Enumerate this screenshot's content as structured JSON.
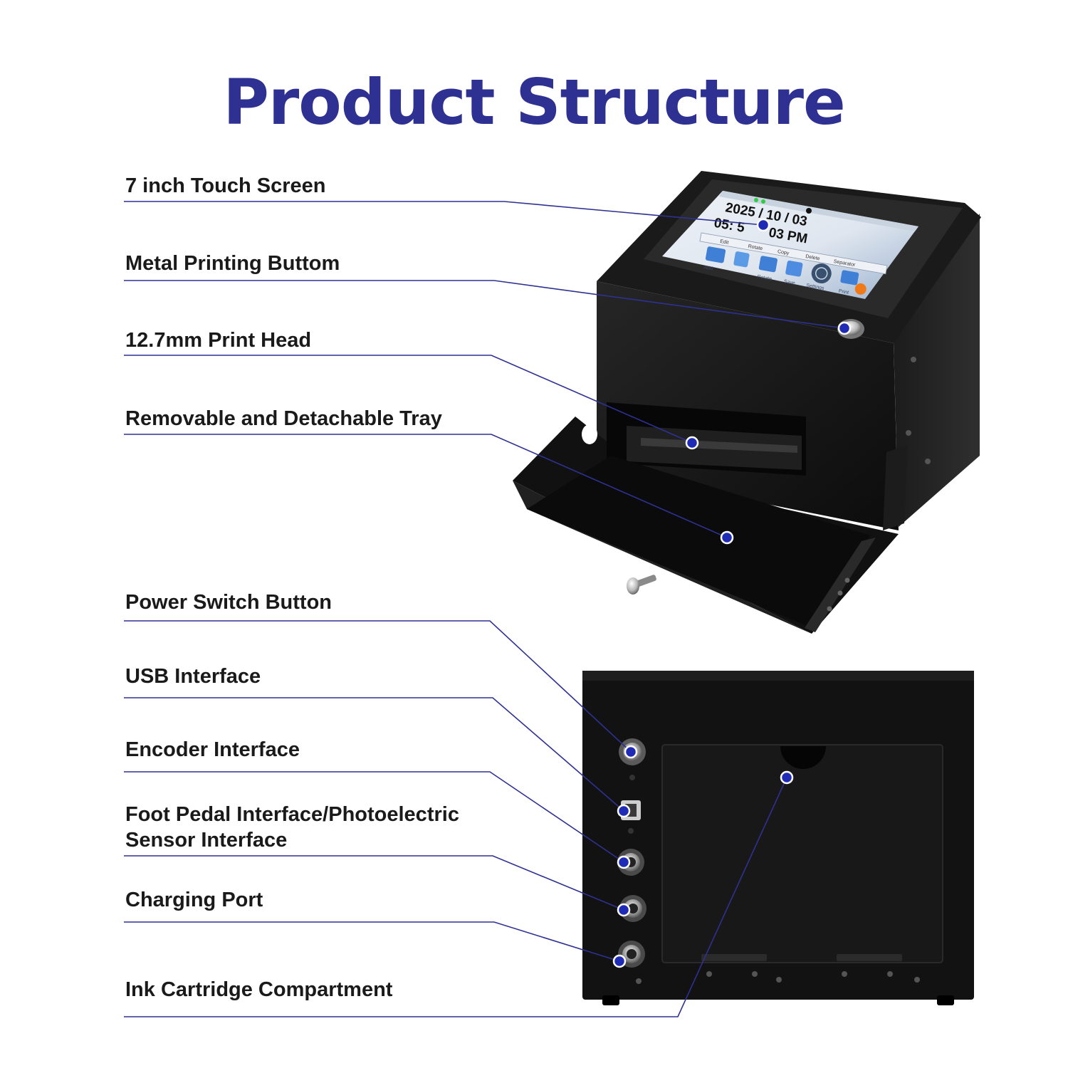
{
  "title": "Product Structure",
  "colors": {
    "title": "#2e3192",
    "leader_line": "#2e3192",
    "marker": "#1f2bb5",
    "device_body": "#141414"
  },
  "labels": {
    "touch_screen": "7 inch Touch Screen",
    "print_button": "Metal Printing Buttom",
    "print_head": "12.7mm Print Head",
    "tray": "Removable and Detachable Tray",
    "power_switch": "Power Switch Button",
    "usb": "USB Interface",
    "encoder": "Encoder Interface",
    "foot_pedal_line1": "Foot Pedal Interface/Photoelectric",
    "foot_pedal_line2": "Sensor Interface",
    "charging": "Charging Port",
    "ink_cartridge": "Ink Cartridge Compartment"
  },
  "screen": {
    "date": "2025 / 10 / 03",
    "time": "05: 5",
    "time_suffix": "03 PM",
    "tabs": [
      "Edit",
      "Rotate",
      "Copy",
      "Delete",
      "Separator"
    ],
    "icons": [
      "Add",
      "Rotate",
      "Save",
      "Settings",
      "Print"
    ]
  }
}
